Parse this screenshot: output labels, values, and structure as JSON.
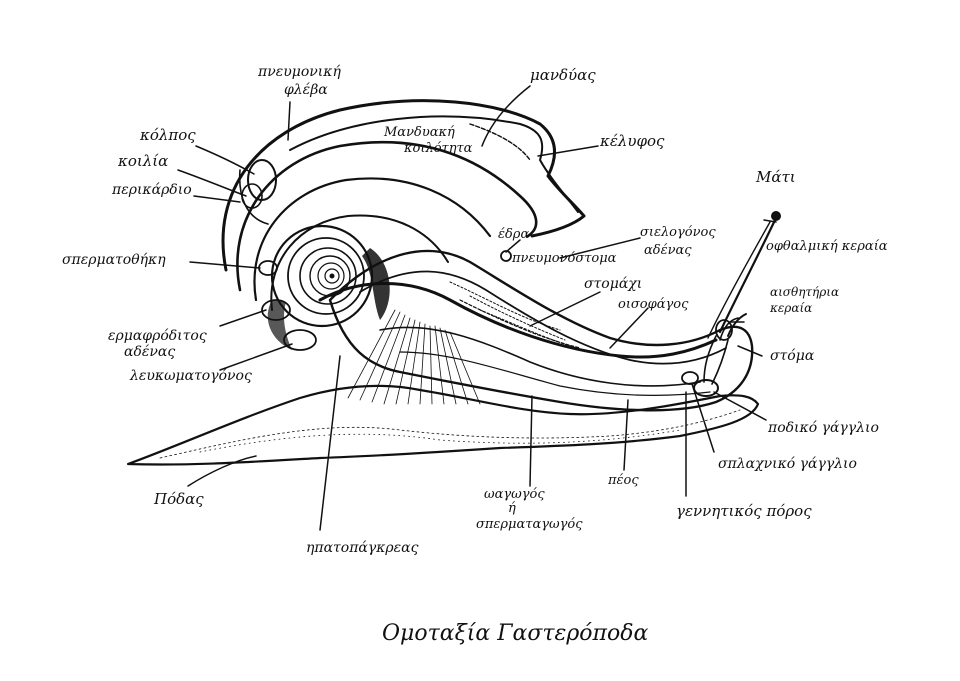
{
  "caption": "Ομοταξία Γαστερόποδα",
  "labels": {
    "pneumoniki_fleva": "πνευμονική φλέβα",
    "mandyas": "μανδύας",
    "mandyaki_koilotita": "Μανδυακή κοιλότητα",
    "kelyfos": "κέλυφος",
    "kolpos": "κόλπος",
    "koilia": "κοιλία",
    "perikardio": "περικάρδιο",
    "mati": "Μάτι",
    "edra": "έδρα",
    "sielogonos_adenas": "σιελογόνος αδένας",
    "pneumonostoma": "πνευμονόστομα",
    "ofthalmiki_keraia": "οφθαλμική κεραία",
    "spermatothiki": "σπερματοθήκη",
    "stomaxi": "στομάχι",
    "aisthitiria_keraia": "αισθητήρια κεραία",
    "oisofagos": "οισοφάγος",
    "ermafroditos_adenas": "ερμαφρόδιτος αδένας",
    "stoma": "στόμα",
    "leukomatogonos": "λευκωματογόνος",
    "podiko_ganglio": "ποδικό γάγγλιο",
    "splaxniko_ganglio": "σπλαχνικό γάγγλιο",
    "podas": "Πόδας",
    "peos": "πέος",
    "spermagogos": "ωαγωγός ή σπερματαγωγός",
    "gennitikos_poros": "γεννητικός πόρος",
    "ipatopagkreas": "ηπατοπάγκρεας"
  }
}
